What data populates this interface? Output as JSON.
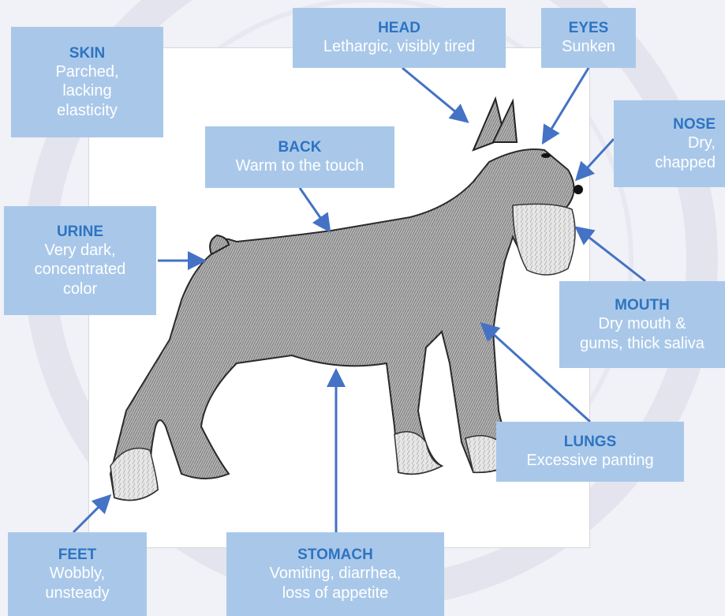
{
  "labels": {
    "skin": {
      "title": "SKIN",
      "lines": [
        "Parched,",
        "lacking",
        "elasticity"
      ]
    },
    "head": {
      "title": "HEAD",
      "lines": [
        "Lethargic, visibly tired"
      ]
    },
    "eyes": {
      "title": "EYES",
      "lines": [
        "Sunken"
      ]
    },
    "nose": {
      "title": "NOSE",
      "lines": [
        "Dry,",
        "chapped"
      ]
    },
    "back": {
      "title": "BACK",
      "lines": [
        "Warm to the touch"
      ]
    },
    "urine": {
      "title": "URINE",
      "lines": [
        "Very dark,",
        "concentrated",
        "color"
      ]
    },
    "mouth": {
      "title": "MOUTH",
      "lines": [
        "Dry mouth &",
        "gums, thick saliva"
      ]
    },
    "lungs": {
      "title": "LUNGS",
      "lines": [
        "Excessive panting"
      ]
    },
    "feet": {
      "title": "FEET",
      "lines": [
        "Wobbly,",
        "unsteady"
      ]
    },
    "stomach": {
      "title": "STOMACH",
      "lines": [
        "Vomiting, diarrhea,",
        "loss of appetite"
      ]
    }
  },
  "colors": {
    "box_fill": "#a9c8e9",
    "title_text": "#2e73c2",
    "body_text": "#ffffff",
    "arrow": "#4472c4"
  }
}
